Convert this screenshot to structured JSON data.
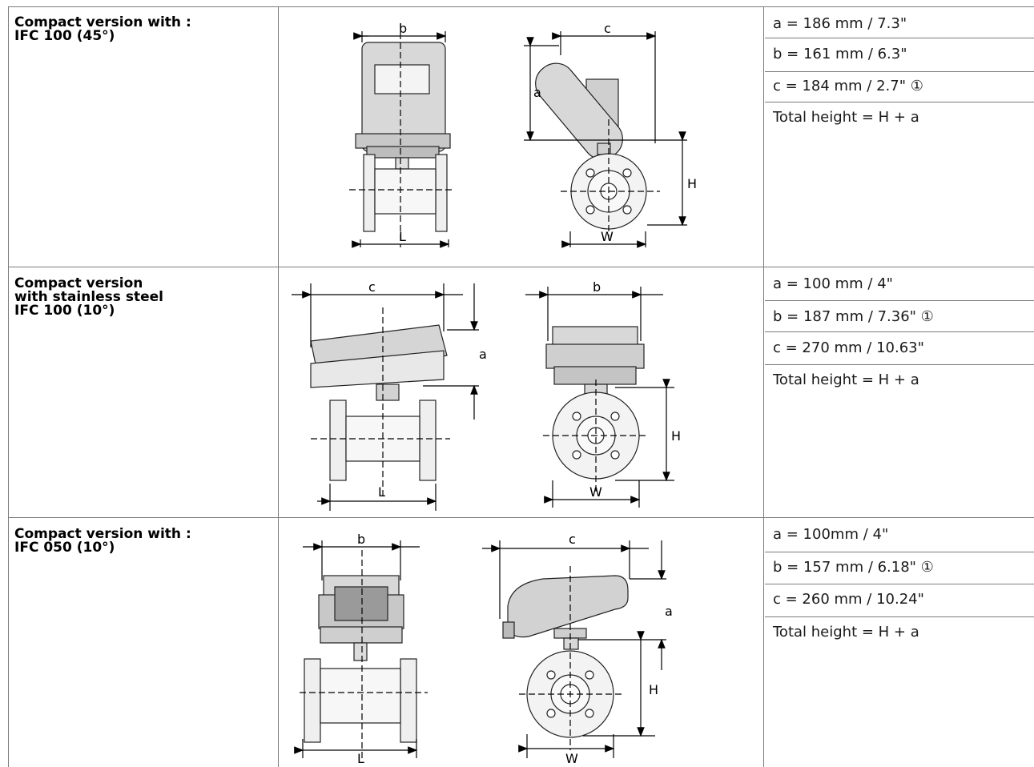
{
  "rows": [
    {
      "label_lines": [
        "Compact version with :",
        "IFC 100 (45°)"
      ],
      "specs": [
        "a = 186 mm / 7.3\"",
        "b = 161 mm / 6.3\"",
        "c = 184 mm / 2.7\" ①",
        "Total height = H + a"
      ],
      "dims": {
        "left": [
          "b",
          "L"
        ],
        "right": [
          "c",
          "a",
          "H",
          "W"
        ]
      }
    },
    {
      "label_lines": [
        "Compact version",
        "with stainless steel",
        "IFC 100 (10°)"
      ],
      "specs": [
        "a =  100 mm / 4\"",
        "b = 187 mm / 7.36\" ①",
        "c = 270 mm / 10.63\"",
        "Total height = H + a"
      ],
      "dims": {
        "left": [
          "c",
          "a",
          "L"
        ],
        "right": [
          "b",
          "H",
          "W"
        ]
      }
    },
    {
      "label_lines": [
        "Compact version with :",
        "IFC 050 (10°)"
      ],
      "specs": [
        "a =  100mm / 4\"",
        "b = 157 mm / 6.18\" ①",
        "c = 260 mm / 10.24\"",
        "Total height = H + a"
      ],
      "dims": {
        "left": [
          "b",
          "L"
        ],
        "right": [
          "c",
          "a",
          "H",
          "W"
        ]
      }
    }
  ]
}
